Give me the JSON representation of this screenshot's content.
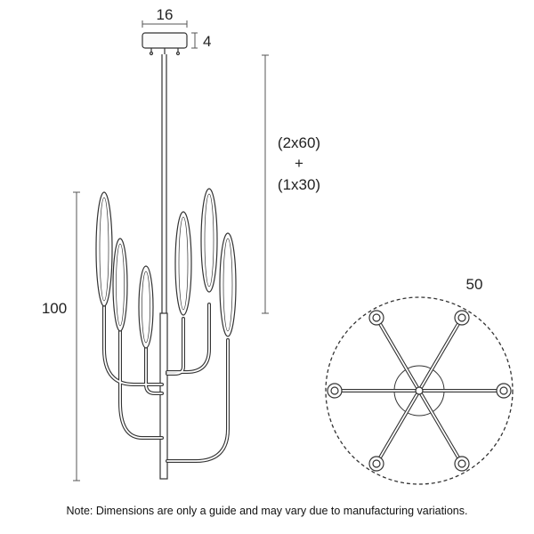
{
  "dimensions": {
    "canopy_width": "16",
    "canopy_height": "4",
    "drop_line1": "(2x60)",
    "drop_line2": "+",
    "drop_line3": "(1x30)",
    "fixture_height": "100",
    "diameter": "50"
  },
  "note": "Note: Dimensions are only a guide and may vary due to manufacturing variations.",
  "colors": {
    "line": "#333333",
    "dim_line": "#555555",
    "background": "#ffffff"
  }
}
